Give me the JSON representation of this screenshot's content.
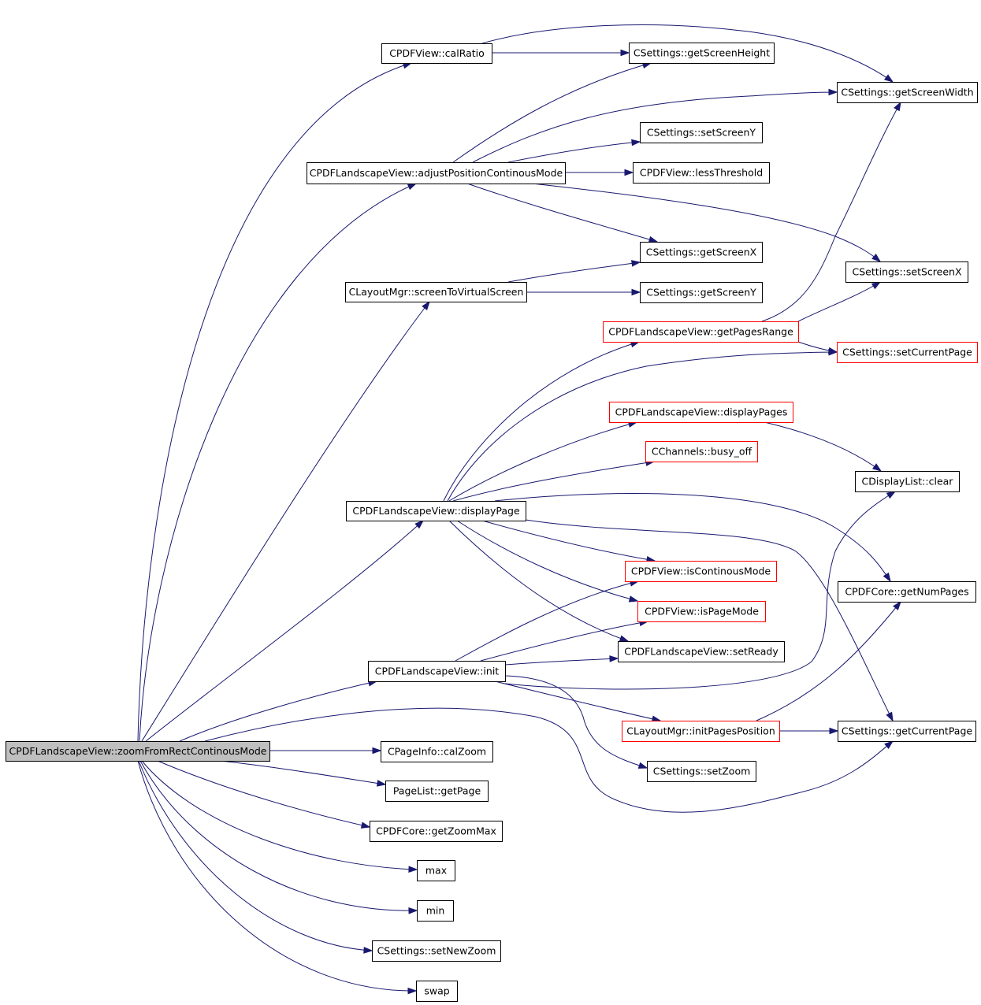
{
  "diagram": {
    "type": "call-graph",
    "colors": {
      "edge": "#191970",
      "root_fill": "#bfbfbf",
      "normal_border": "#000000",
      "linked_border": "#ff0000"
    },
    "nodes": {
      "zoomFromRect": {
        "label": "CPDFLandscapeView::zoomFromRectContinousMode",
        "style": "root"
      },
      "calRatio": {
        "label": "CPDFView::calRatio",
        "style": "normal"
      },
      "adjustPos": {
        "label": "CPDFLandscapeView::adjustPositionContinousMode",
        "style": "normal"
      },
      "screenToVS": {
        "label": "CLayoutMgr::screenToVirtualScreen",
        "style": "normal"
      },
      "displayPage": {
        "label": "CPDFLandscapeView::displayPage",
        "style": "normal"
      },
      "init": {
        "label": "CPDFLandscapeView::init",
        "style": "normal"
      },
      "calZoom": {
        "label": "CPageInfo::calZoom",
        "style": "normal"
      },
      "getPage": {
        "label": "PageList::getPage",
        "style": "normal"
      },
      "getZoomMax": {
        "label": "CPDFCore::getZoomMax",
        "style": "normal"
      },
      "max": {
        "label": "max",
        "style": "normal"
      },
      "min": {
        "label": "min",
        "style": "normal"
      },
      "setNewZoom": {
        "label": "CSettings::setNewZoom",
        "style": "normal"
      },
      "swap": {
        "label": "swap",
        "style": "normal"
      },
      "getScreenHeight": {
        "label": "CSettings::getScreenHeight",
        "style": "normal"
      },
      "setScreenY": {
        "label": "CSettings::setScreenY",
        "style": "normal"
      },
      "lessThreshold": {
        "label": "CPDFView::lessThreshold",
        "style": "normal"
      },
      "getScreenX": {
        "label": "CSettings::getScreenX",
        "style": "normal"
      },
      "getScreenY": {
        "label": "CSettings::getScreenY",
        "style": "normal"
      },
      "getPagesRange": {
        "label": "CPDFLandscapeView::getPagesRange",
        "style": "red"
      },
      "displayPages": {
        "label": "CPDFLandscapeView::displayPages",
        "style": "red"
      },
      "busyOff": {
        "label": "CChannels::busy_off",
        "style": "red"
      },
      "isContinous": {
        "label": "CPDFView::isContinousMode",
        "style": "red"
      },
      "isPageMode": {
        "label": "CPDFView::isPageMode",
        "style": "red"
      },
      "setReady": {
        "label": "CPDFLandscapeView::setReady",
        "style": "normal"
      },
      "initPagesPos": {
        "label": "CLayoutMgr::initPagesPosition",
        "style": "red"
      },
      "setZoom": {
        "label": "CSettings::setZoom",
        "style": "normal"
      },
      "getScreenWidth": {
        "label": "CSettings::getScreenWidth",
        "style": "normal"
      },
      "setScreenX": {
        "label": "CSettings::setScreenX",
        "style": "normal"
      },
      "setCurrentPage": {
        "label": "CSettings::setCurrentPage",
        "style": "red"
      },
      "clear": {
        "label": "CDisplayList::clear",
        "style": "normal"
      },
      "getNumPages": {
        "label": "CPDFCore::getNumPages",
        "style": "normal"
      },
      "getCurrentPage": {
        "label": "CSettings::getCurrentPage",
        "style": "normal"
      }
    },
    "edges": [
      [
        "zoomFromRect",
        "calRatio"
      ],
      [
        "zoomFromRect",
        "adjustPos"
      ],
      [
        "zoomFromRect",
        "screenToVS"
      ],
      [
        "zoomFromRect",
        "displayPage"
      ],
      [
        "zoomFromRect",
        "init"
      ],
      [
        "zoomFromRect",
        "calZoom"
      ],
      [
        "zoomFromRect",
        "getPage"
      ],
      [
        "zoomFromRect",
        "getZoomMax"
      ],
      [
        "zoomFromRect",
        "max"
      ],
      [
        "zoomFromRect",
        "min"
      ],
      [
        "zoomFromRect",
        "setNewZoom"
      ],
      [
        "zoomFromRect",
        "swap"
      ],
      [
        "zoomFromRect",
        "getCurrentPage"
      ],
      [
        "calRatio",
        "getScreenHeight"
      ],
      [
        "calRatio",
        "getScreenWidth"
      ],
      [
        "adjustPos",
        "getScreenHeight"
      ],
      [
        "adjustPos",
        "getScreenWidth"
      ],
      [
        "adjustPos",
        "setScreenY"
      ],
      [
        "adjustPos",
        "lessThreshold"
      ],
      [
        "adjustPos",
        "getScreenX"
      ],
      [
        "adjustPos",
        "setScreenX"
      ],
      [
        "screenToVS",
        "getScreenX"
      ],
      [
        "screenToVS",
        "getScreenY"
      ],
      [
        "displayPage",
        "getPagesRange"
      ],
      [
        "displayPage",
        "setCurrentPage"
      ],
      [
        "displayPage",
        "displayPages"
      ],
      [
        "displayPage",
        "busyOff"
      ],
      [
        "displayPage",
        "getNumPages"
      ],
      [
        "displayPage",
        "getCurrentPage"
      ],
      [
        "displayPage",
        "isContinous"
      ],
      [
        "displayPage",
        "isPageMode"
      ],
      [
        "displayPage",
        "setReady"
      ],
      [
        "init",
        "isContinous"
      ],
      [
        "init",
        "isPageMode"
      ],
      [
        "init",
        "setReady"
      ],
      [
        "init",
        "clear"
      ],
      [
        "init",
        "initPagesPos"
      ],
      [
        "init",
        "setZoom"
      ],
      [
        "getPagesRange",
        "getScreenWidth"
      ],
      [
        "getPagesRange",
        "setScreenX"
      ],
      [
        "getPagesRange",
        "setCurrentPage"
      ],
      [
        "displayPages",
        "clear"
      ],
      [
        "initPagesPos",
        "getNumPages"
      ],
      [
        "initPagesPos",
        "getCurrentPage"
      ]
    ]
  }
}
